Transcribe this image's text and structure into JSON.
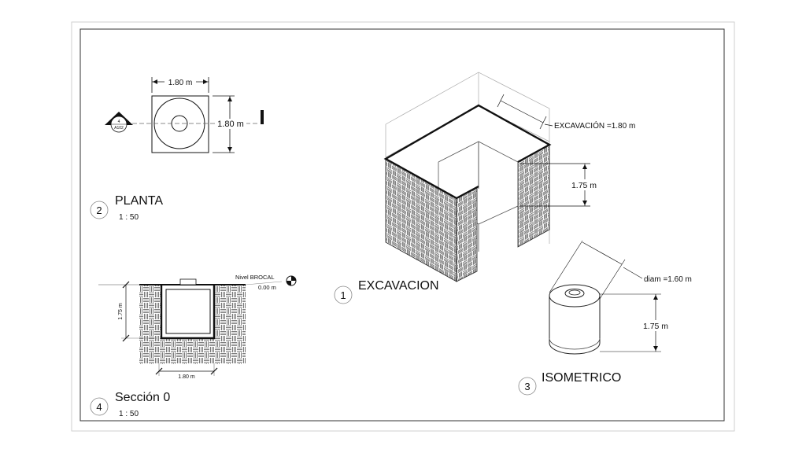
{
  "plan": {
    "width_dim": "1.80 m",
    "height_dim": "1.80 m",
    "section_marker_number": "4",
    "section_marker_sheet": "A102",
    "title_number": "2",
    "title": "PLANTA",
    "scale": "1 : 50"
  },
  "excavation": {
    "excavation_dim": "EXCAVACIÓN =1.80 m",
    "depth_dim": "1.75 m",
    "title_number": "1",
    "title": "EXCAVACION"
  },
  "section": {
    "level_label": "Nivel BROCAL",
    "level_value": "0.00 m",
    "depth_dim": "1.75 m",
    "width_dim": "1.80 m",
    "title_number": "4",
    "title": "Sección 0",
    "scale": "1 : 50"
  },
  "isometric": {
    "diameter_dim": "diam =1.60 m",
    "height_dim": "1.75 m",
    "title_number": "3",
    "title": "ISOMETRICO"
  },
  "colors": {
    "line": "#111111",
    "thin": "#444444",
    "light": "#9a9a9a",
    "paper": "#ffffff"
  }
}
